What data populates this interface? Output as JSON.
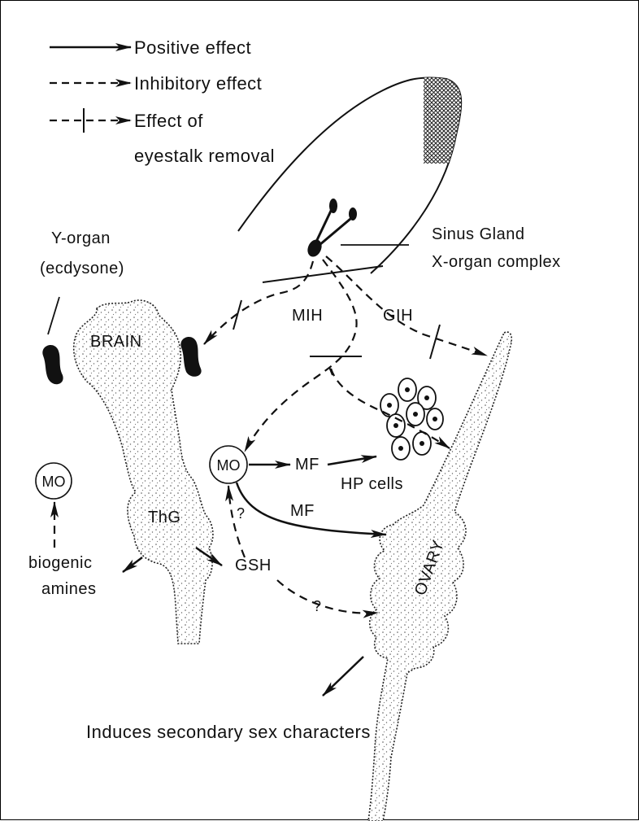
{
  "legend": {
    "positive": "Positive effect",
    "inhibitory": "Inhibitory effect",
    "removal_line1": "Effect of",
    "removal_line2": "eyestalk removal"
  },
  "labels": {
    "sinus_line1": "Sinus Gland",
    "sinus_line2": "X-organ complex",
    "yorgan_line1": "Y-organ",
    "yorgan_line2": "(ecdysone)",
    "brain": "BRAIN",
    "thg": "ThG",
    "mih": "MIH",
    "gih": "GIH",
    "mo_left": "MO",
    "mo_center": "MO",
    "mf_top": "MF",
    "mf_bottom": "MF",
    "hp_cells": "HP cells",
    "gsh": "GSH",
    "q1": "?",
    "q2": "?",
    "biogenic_line1": "biogenic",
    "biogenic_line2": "amines",
    "ovary": "OVARY",
    "induces": "Induces secondary sex characters"
  },
  "colors": {
    "ink": "#111111",
    "background": "#ffffff"
  }
}
